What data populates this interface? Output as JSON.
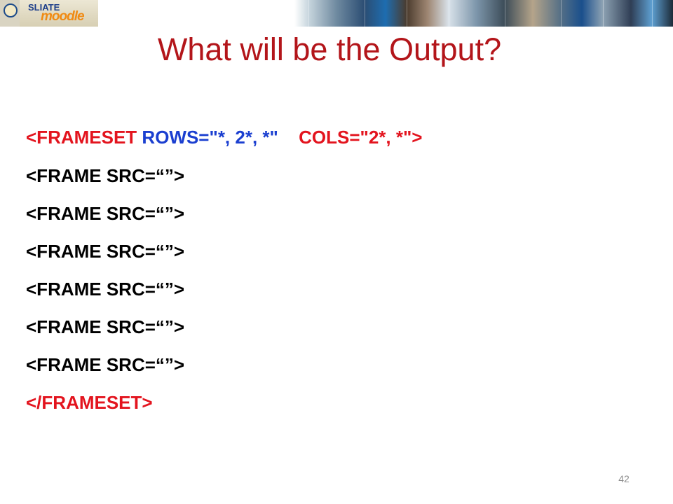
{
  "banner": {
    "logo_line1": "SLIATE",
    "logo_line2": "moodle"
  },
  "title": "What will be the Output?",
  "code": {
    "frameset_open": {
      "tag": "<FRAMESET",
      "rows": "ROWS=\"*, 2*, *\"",
      "cols": "COLS=\"2*, *\">"
    },
    "frames": [
      "<FRAME SRC=“”>",
      "<FRAME SRC=“”>",
      "<FRAME SRC=“”>",
      "<FRAME SRC=“”>",
      "<FRAME SRC=“”>",
      "<FRAME SRC=“”>"
    ],
    "frameset_close": "</FRAMESET>"
  },
  "slide_number": "42",
  "colors": {
    "title": "#b3151a",
    "tag_red": "#e3141e",
    "attr_blue": "#1b3fd0"
  }
}
